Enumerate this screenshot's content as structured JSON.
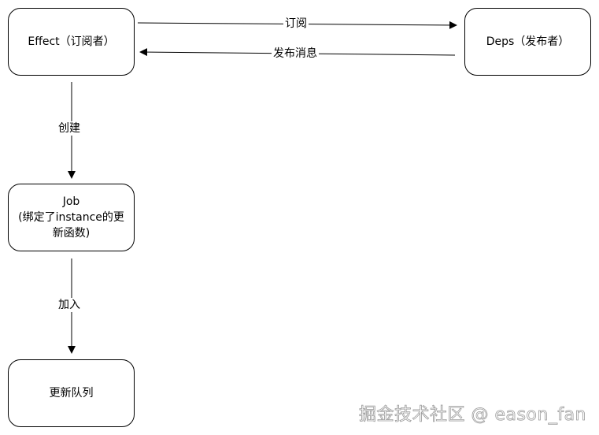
{
  "nodes": {
    "effect": {
      "label": "Effect（订阅者）"
    },
    "deps": {
      "label": "Deps（发布者）"
    },
    "job": {
      "line1": "Job",
      "line2": "(绑定了instance的更",
      "line3": "新函数)"
    },
    "queue": {
      "label": "更新队列"
    }
  },
  "edges": {
    "subscribe": {
      "label": "订阅"
    },
    "publish": {
      "label": "发布消息"
    },
    "create": {
      "label": "创建"
    },
    "enqueue": {
      "label": "加入"
    }
  },
  "watermark": {
    "text": "掘金技术社区 @ eason_fan"
  }
}
